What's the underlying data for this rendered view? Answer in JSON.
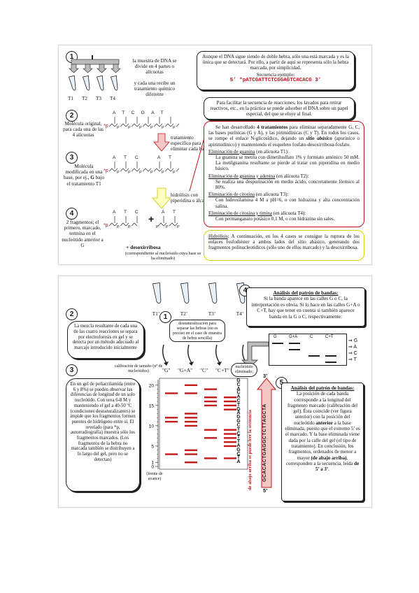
{
  "top": {
    "step1": {
      "num": "1",
      "tubes": [
        "T1",
        "T2",
        "T3",
        "T4"
      ],
      "text_a": "la muestra de DNA se divide en 4 partes o alícuotas",
      "text_b": "y cada una recibe un tratamiento químico diferente"
    },
    "note1": {
      "line1": "Aunque el DNA sigue siendo de doble hebra, sólo una está marcada y es la única que se detectará. Por ello, a partir de aquí se representa sólo la hebra marcada, por simplicidad.",
      "seq_title": "Secuencia ejemplo:",
      "seq": "5’  *pATCGATTCTCGGAGTCACACG  3’"
    },
    "note2": "Para facilitar la secuencia de reacciones, los lavados para retirar reactivos, etc., en la práctica se puede adsorber el DNA sobre un papel especial, del que se eluye al final.",
    "step2": {
      "num": "2",
      "text": "Molécula original, para cada una de las 4 alícuotas",
      "bases": [
        "A",
        "T",
        "C",
        "G",
        "A",
        "T"
      ],
      "marker": "*p"
    },
    "arrow1": "tratamiento específico para eliminar cada base",
    "step3": {
      "num": "3",
      "text_a": "Molécula modificada en una base, por ej., ",
      "text_g": "G",
      "text_b": " bajo el tratamiento T1",
      "bases": [
        "A",
        "T",
        "C",
        "A",
        "T"
      ]
    },
    "arrow2": "hidrólisis con piperidina o álcali",
    "step4": {
      "num": "4",
      "text": "2 fragmentos; el primero, marcado, termina en el nucleótido anterior a G",
      "bases_a": [
        "A",
        "T",
        "C"
      ],
      "bases_b": [
        "A",
        "T"
      ],
      "plus": "+",
      "desoxi": "+ desoxirribosa",
      "desoxi_note": "(correspondiente al nucleósido cuya base se ha eliminado)"
    },
    "treatments": {
      "intro_a": "Se han desarrollado ",
      "intro_b": "4 tratamientos",
      "intro_c": " para eliminar separadamente G, C, las bases purínicas (G y A), y las pirimidínicas (C y T). En todos los casos, se rompe el enlace N-glicosídico, dejando un ",
      "intro_d": "sitio abásico",
      "intro_e": " (apurínico o apirimidínico) y manteniendo el esqueleto fosfato-desoxirribosa-fosfato.",
      "items": [
        {
          "head": "Eliminación de guanina",
          "aliquot": " (en alícuota T1):",
          "body": "La guanina se metila con dimetilsulfato 1% y formiato amónico 50 mM. La metilguanina resultante se pierde al tratar con piperidina en medio básico."
        },
        {
          "head": "Eliminación de guanina y adenina",
          "aliquot": " (en alícuota T2):",
          "body": "Se realiza una despurinación en medio ácido, concretamente fórmico al 80%."
        },
        {
          "head": "Eliminación de citosina",
          "aliquot": " (en alícuota T3):",
          "body": "Con hidroxilamina 4 M a pH=6, o con hidrazina y alta concentración salina."
        },
        {
          "head": "Eliminación de citosina y timina",
          "aliquot": " (en alícuota T4):",
          "body": "Con permanganato potásico 0,1 M, o con hidrazina sin sales."
        }
      ]
    },
    "hydrolysis": {
      "head": "Hidrólisis",
      "body": ": A continuación, en los 4 casos se consigue la ruptura de los enlaces fosfodiéster a ambos lados del sitio abásico, generando dos fragmentos polinucleotídicos (sólo uno de ellos marcado) y la desoxirribosa."
    }
  },
  "bottom": {
    "step1": {
      "num": "1",
      "tubes": [
        "T1’",
        "T2’",
        "T3’",
        "T4’"
      ],
      "denat": "desnaturalización para separar las hebras (no es preciso en el caso de muestra de hebra sencilla)"
    },
    "step2": {
      "num": "2",
      "text": "La mezcla resultante de cada una de las cuatro reacciones se separa por electroforesis en gel y se detecta por un método adecuado al marcaje introducido inicialmente"
    },
    "step3": {
      "num": "3",
      "text": "En un gel de poliacrilamida (entre 6 y 8%) se pueden observar las diferencias de longitud de un solo nucleótido. Con urea 6-8 M y manteniendo el gel a 40-50 ºC (condiciones desnaturalizantes) se impide que los fragmentos formen puentes de hidrógeno entre sí. El revelado (para *p, autorradiografía) muestra sólo los fragmentos marcados. (Los fragmentos de la hebra no marcada también se distribuyen a lo largo del gel, pero no se detectan)"
    },
    "step4": {
      "num": "4",
      "title": "Análisis del patrón de bandas:",
      "text": "Si la banda aparece en las calles G o C, la interpretación es obvia. Si lo hace en las calles G+A o C+T, hay que tener en cuenta si también aparece banda en la G o C, respectivamente:"
    },
    "mini_gel": {
      "lanes": [
        "G",
        "G+A",
        "C",
        "C+T"
      ],
      "arrows": [
        "⇒ G",
        "⇒ A",
        "⇒ C",
        "⇒ T"
      ]
    },
    "gel": {
      "calib": "calibración de tamaño (nº de nucleótidos)",
      "lanes": [
        "\"G\"",
        "\"G+A\"",
        "\"C\"",
        "\"C+T\""
      ],
      "ticks": [
        "20",
        "15",
        "10",
        "5",
        "1",
        "0"
      ],
      "front": "(frente de avance)",
      "eliminated": "nucleótido eliminado:",
      "three": "3’",
      "five": "5’",
      "read_up": "de abajo arriba se puede leer la secuencia",
      "seq_col": [
        "G",
        "C",
        "A",
        "C",
        "A",
        "C",
        "T",
        "G",
        "A",
        "G",
        "G",
        "C",
        "T",
        "C",
        "T",
        "T",
        "A",
        "G",
        "C",
        "T",
        "A"
      ],
      "arrow_seq": "GCACACTGAGGCTCTTAGCTA",
      "bands": [
        {
          "size": 20,
          "lane": 1
        },
        {
          "size": 19,
          "lane": 2
        },
        {
          "size": 18,
          "lane": 0
        },
        {
          "size": 18,
          "lane": 1
        },
        {
          "size": 17,
          "lane": 2
        },
        {
          "size": 17,
          "lane": 3
        },
        {
          "size": 16,
          "lane": 2
        },
        {
          "size": 16,
          "lane": 3
        },
        {
          "size": 15,
          "lane": 2
        },
        {
          "size": 15,
          "lane": 3
        },
        {
          "size": 14,
          "lane": 3
        },
        {
          "size": 13,
          "lane": 1
        },
        {
          "size": 12,
          "lane": 0
        },
        {
          "size": 12,
          "lane": 1
        },
        {
          "size": 11,
          "lane": 1
        },
        {
          "size": 11,
          "lane": 0
        },
        {
          "size": 10,
          "lane": 1
        },
        {
          "size": 9,
          "lane": 2
        },
        {
          "size": 9,
          "lane": 3
        },
        {
          "size": 8,
          "lane": 3
        },
        {
          "size": 7,
          "lane": 2
        },
        {
          "size": 7,
          "lane": 3
        },
        {
          "size": 6,
          "lane": 3
        },
        {
          "size": 5,
          "lane": 3
        },
        {
          "size": 4,
          "lane": 1
        },
        {
          "size": 3,
          "lane": 0
        },
        {
          "size": 3,
          "lane": 1
        },
        {
          "size": 2,
          "lane": 2
        },
        {
          "size": 2,
          "lane": 3
        },
        {
          "size": 1,
          "lane": 1
        }
      ]
    },
    "step5": {
      "num": "5",
      "title": "Análisis del patrón de bandas:",
      "text_a": "La posición de cada banda corresponde a la longitud del fragmento marcado (calibración del gel). Ésta coincide (ver figura anterior) con la posición del nucleótido ",
      "anterior": "anterior",
      "text_b": " a la base eliminada, puesto que el extremo 5’ es el marcado. Y la base eliminada viene dada por la calle del gel (el tipo de tratamiento). En conclusión, los fragmentos, ordenados de menor a mayor ",
      "bold": "(de abajo arriba)",
      "text_c": ", corresponden a la secuencia, leída ",
      "dir": "de 5’ a 3’",
      "end": "."
    }
  },
  "colors": {
    "red": "#c0141c",
    "yellow": "#ffffc0",
    "pink": "#f5c6c6",
    "gel": "#c41a1a"
  }
}
